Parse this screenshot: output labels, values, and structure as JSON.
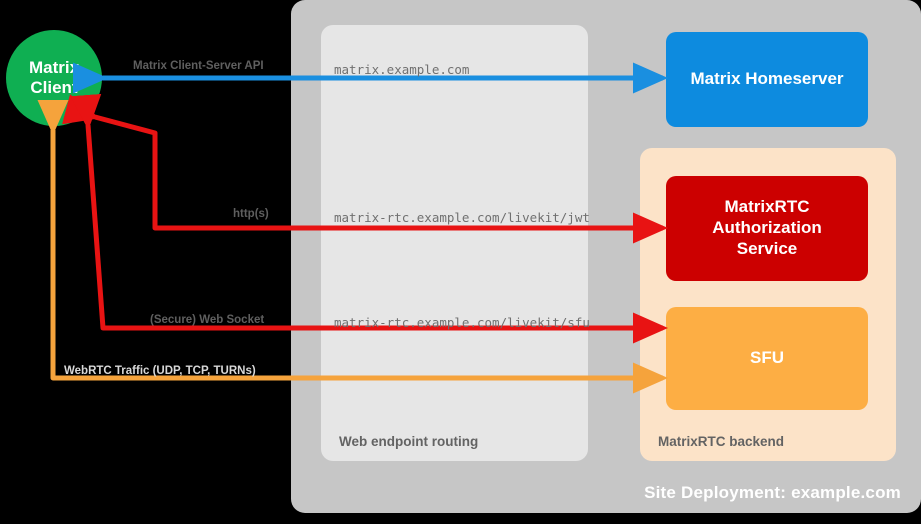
{
  "diagram": {
    "site": {
      "label": "Site Deployment: example.com"
    },
    "groups": {
      "routing": {
        "label": "Web endpoint routing"
      },
      "backend": {
        "label": "MatrixRTC backend"
      }
    },
    "nodes": {
      "client": {
        "line1": "Matrix",
        "line2": "Client"
      },
      "homeserver": {
        "label": "Matrix Homeserver"
      },
      "auth": {
        "line1": "MatrixRTC",
        "line2": "Authorization",
        "line3": "Service"
      },
      "sfu": {
        "label": "SFU"
      }
    },
    "connections": [
      {
        "id": "client-server-api",
        "label": "Matrix Client-Server API",
        "endpoint": "matrix.example.com",
        "color": "#1a8fe0",
        "direction": "bidirectional"
      },
      {
        "id": "livekit-jwt",
        "label": "http(s)",
        "endpoint": "matrix-rtc.example.com/livekit/jwt",
        "color": "#e81313",
        "direction": "bidirectional"
      },
      {
        "id": "livekit-sfu",
        "label": "(Secure) Web Socket",
        "endpoint": "matrix-rtc.example.com/livekit/sfu",
        "color": "#e81313",
        "direction": "bidirectional"
      },
      {
        "id": "webrtc-media",
        "label": "WebRTC Traffic (UDP, TCP, TURNs)",
        "endpoint": "",
        "color": "#f5a33c",
        "direction": "bidirectional"
      }
    ],
    "colors": {
      "background": "#000000",
      "site_fill": "#c6c6c6",
      "routing_fill": "#e6e6e6",
      "backend_fill": "#fce3c8",
      "client_green": "#0faf52",
      "homeserver_blue": "#0d8bdf",
      "auth_red": "#cc0000",
      "sfu_orange": "#fdae44",
      "blue_wire": "#1a8fe0",
      "red_wire": "#e81313",
      "orange_wire": "#f5a33c"
    }
  }
}
